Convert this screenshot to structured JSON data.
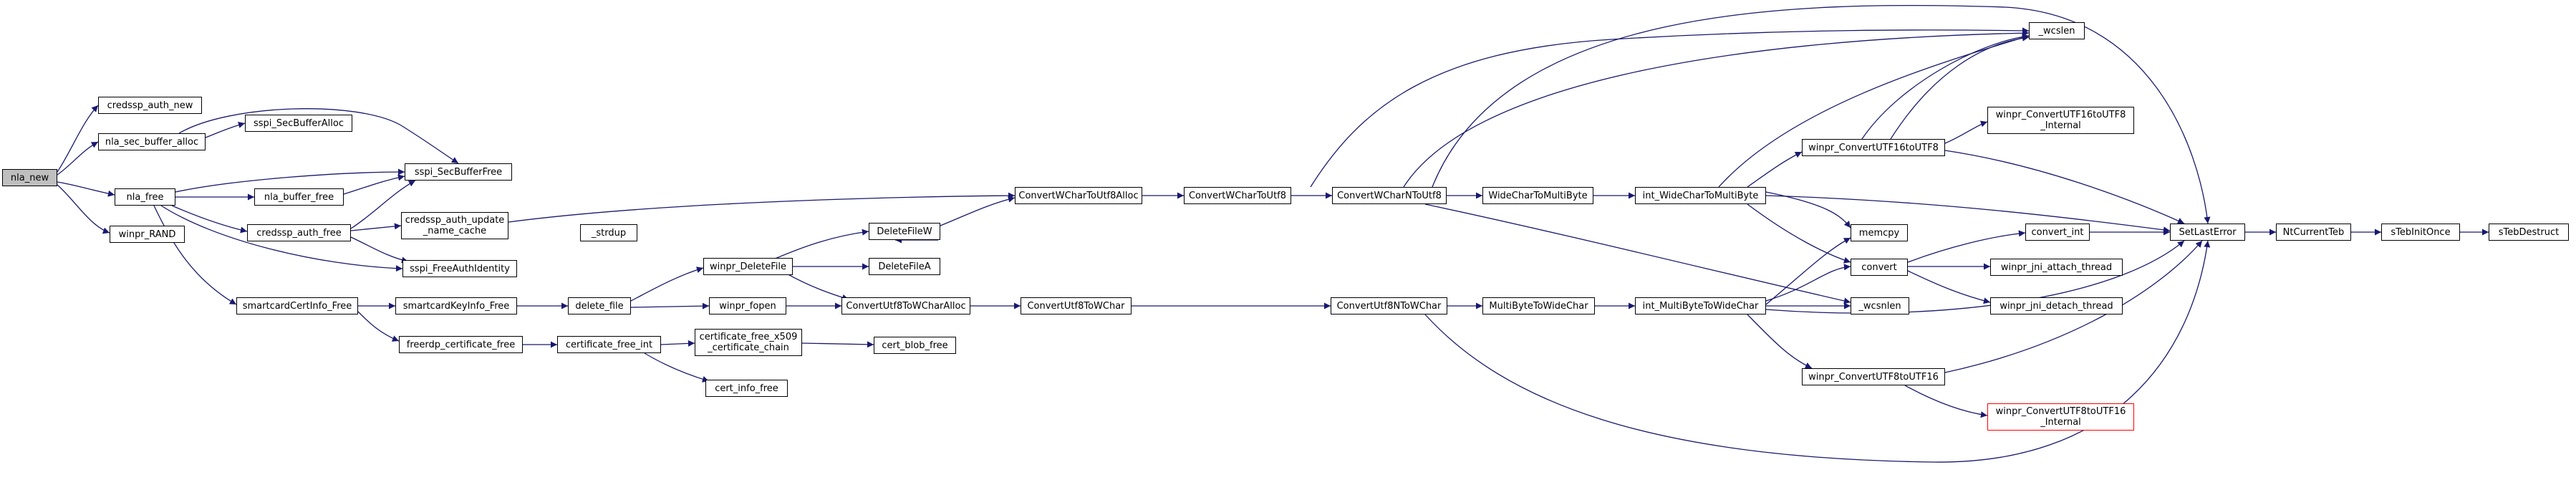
{
  "nodes": {
    "nla_new": "nla_new",
    "credssp_auth_new": "credssp_auth_new",
    "nla_sec_buffer_alloc": "nla_sec_buffer_alloc",
    "sspi_SecBufferAlloc": "sspi_SecBufferAlloc",
    "sspi_SecBufferFree": "sspi_SecBufferFree",
    "nla_free": "nla_free",
    "nla_buffer_free": "nla_buffer_free",
    "credssp_auth_free": "credssp_auth_free",
    "credssp_auth_update_name_cache": "credssp_auth_update\n_name_cache",
    "strdup": "_strdup",
    "sspi_FreeAuthIdentity": "sspi_FreeAuthIdentity",
    "winpr_RAND": "winpr_RAND",
    "smartcardCertInfo_Free": "smartcardCertInfo_Free",
    "smartcardKeyInfo_Free": "smartcardKeyInfo_Free",
    "freerdp_certificate_free": "freerdp_certificate_free",
    "delete_file": "delete_file",
    "certificate_free_int": "certificate_free_int",
    "certificate_free_x509_certificate_chain": "certificate_free_x509\n_certificate_chain",
    "cert_info_free": "cert_info_free",
    "cert_blob_free": "cert_blob_free",
    "winpr_DeleteFile": "winpr_DeleteFile",
    "winpr_fopen": "winpr_fopen",
    "DeleteFileW": "DeleteFileW",
    "DeleteFileA": "DeleteFileA",
    "ConvertWCharToUtf8Alloc": "ConvertWCharToUtf8Alloc",
    "ConvertUtf8ToWCharAlloc": "ConvertUtf8ToWCharAlloc",
    "ConvertUtf8ToWChar": "ConvertUtf8ToWChar",
    "ConvertWCharToUtf8": "ConvertWCharToUtf8",
    "ConvertWCharNToUtf8": "ConvertWCharNToUtf8",
    "ConvertUtf8NToWChar": "ConvertUtf8NToWChar",
    "WideCharToMultiByte": "WideCharToMultiByte",
    "MultiByteToWideChar": "MultiByteToWideChar",
    "int_WideCharToMultiByte": "int_WideCharToMultiByte",
    "int_MultiByteToWideChar": "int_MultiByteToWideChar",
    "wcslen": "_wcslen",
    "wcsnlen": "_wcsnlen",
    "memcpy": "memcpy",
    "convert": "convert",
    "convert_int": "convert_int",
    "winpr_jni_attach_thread": "winpr_jni_attach_thread",
    "winpr_jni_detach_thread": "winpr_jni_detach_thread",
    "winpr_ConvertUTF16toUTF8": "winpr_ConvertUTF16toUTF8",
    "winpr_ConvertUTF16toUTF8_Internal": "winpr_ConvertUTF16toUTF8\n_Internal",
    "winpr_ConvertUTF8toUTF16": "winpr_ConvertUTF8toUTF16",
    "winpr_ConvertUTF8toUTF16_Internal": "winpr_ConvertUTF8toUTF16\n_Internal",
    "SetLastError": "SetLastError",
    "NtCurrentTeb": "NtCurrentTeb",
    "sTebInitOnce": "sTebInitOnce",
    "sTebDestruct": "sTebDestruct"
  },
  "colors": {
    "edge": "#191970",
    "root_fill": "#bfbfbf",
    "node_border": "#000000",
    "truncated_border": "#ff0000"
  }
}
